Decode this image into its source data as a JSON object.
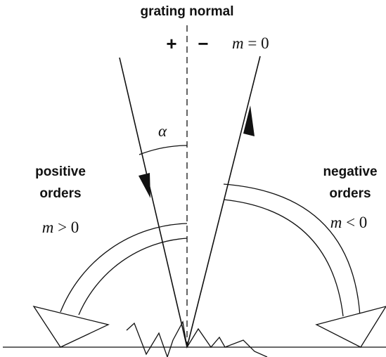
{
  "labels": {
    "grating_normal": "grating normal",
    "plus_sign": "+",
    "minus_sign": "−",
    "zero_order_m": "m",
    "zero_order_rest": " = 0",
    "alpha": "α",
    "positive_line1": "positive",
    "positive_line2": "orders",
    "positive_m": "m",
    "positive_rest": " > 0",
    "negative_line1": "negative",
    "negative_line2": "orders",
    "negative_m": "m",
    "negative_rest": " < 0"
  },
  "colors": {
    "ink": "#111111",
    "background": "#ffffff"
  }
}
